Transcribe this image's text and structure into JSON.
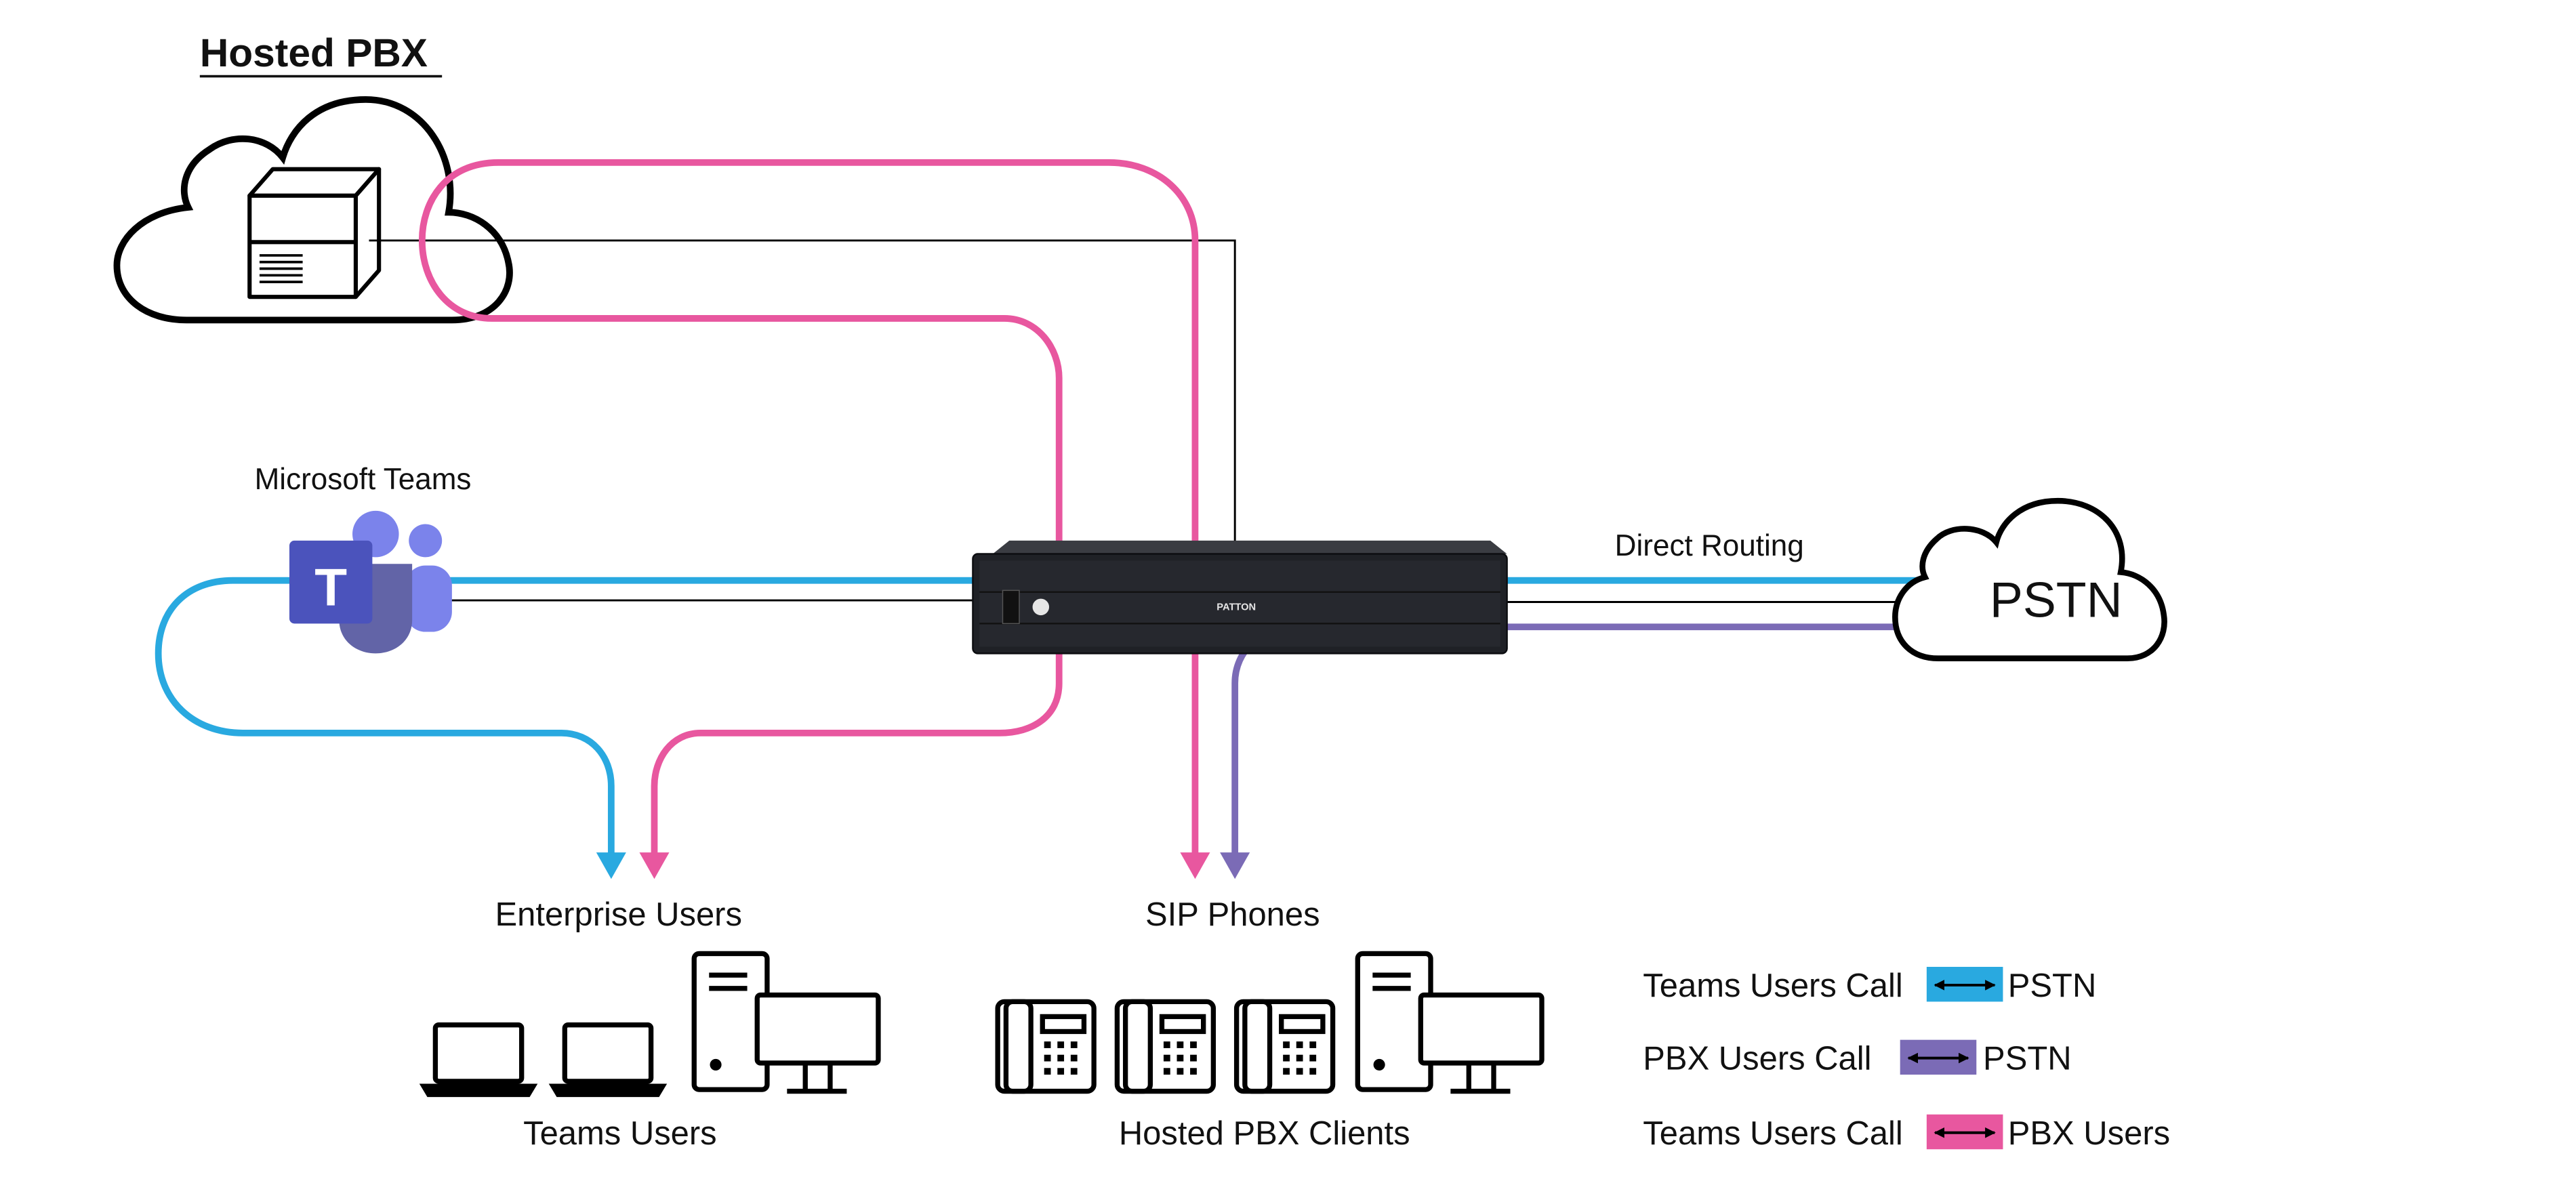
{
  "title": "Hosted PBX",
  "labels": {
    "teams": "Microsoft Teams",
    "direct_routing": "Direct Routing",
    "pstn": "PSTN",
    "enterprise_users": "Enterprise Users",
    "sip_phones": "SIP Phones",
    "teams_users": "Teams Users",
    "hosted_pbx_clients": "Hosted PBX Clients",
    "sbc_brand": "PATTON"
  },
  "legend": [
    {
      "left": "Teams Users Call",
      "right": "PSTN",
      "color": "#29a9e0"
    },
    {
      "left": "PBX Users Call",
      "right": "PSTN",
      "color": "#7b6bb6"
    },
    {
      "left": "Teams Users Call",
      "right": "PBX Users",
      "color": "#e8579f"
    }
  ],
  "colors": {
    "teams_pstn": "#29a9e0",
    "pbx_pstn": "#7b6bb6",
    "teams_pbx": "#e8579f",
    "teams_purple": "#5059c9",
    "stroke": "#111111"
  },
  "icons": [
    "cloud-icon",
    "server-box-icon",
    "teams-logo-icon",
    "sbc-appliance-icon",
    "laptop-icon",
    "desktop-computer-icon",
    "desk-phone-icon"
  ]
}
